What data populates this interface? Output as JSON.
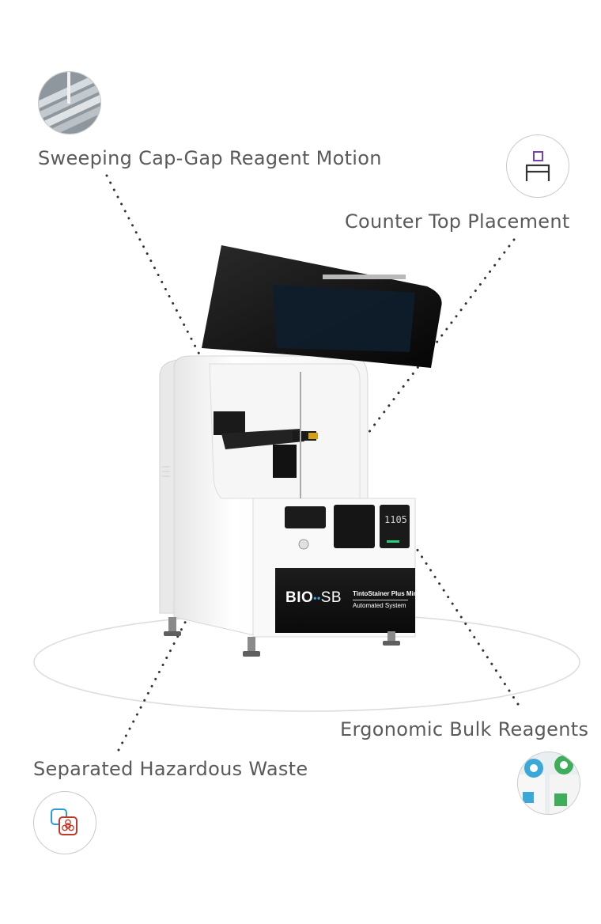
{
  "features": {
    "sweeping": {
      "label": "Sweeping Cap-Gap Reagent Motion",
      "icon": "slide-rack-photo-icon"
    },
    "countertop": {
      "label": "Counter Top Placement",
      "icon": "counter-desk-icon"
    },
    "bulk": {
      "label": "Ergonomic Bulk Reagents",
      "icon": "reagent-bottles-photo-icon"
    },
    "waste": {
      "label": "Separated Hazardous Waste",
      "icon": "biohazard-waste-icon"
    }
  },
  "device": {
    "brand": "BIO",
    "brand_suffix": "SB",
    "model": "TintoStainer Plus Mini",
    "subtitle": "Automated System",
    "display": "1105"
  },
  "colors": {
    "label_text": "#5a5a5a",
    "accent_purple": "#7b3fb5",
    "accent_red": "#c0392b",
    "accent_blue": "#2a9dd8",
    "display_green": "#28d07a"
  }
}
